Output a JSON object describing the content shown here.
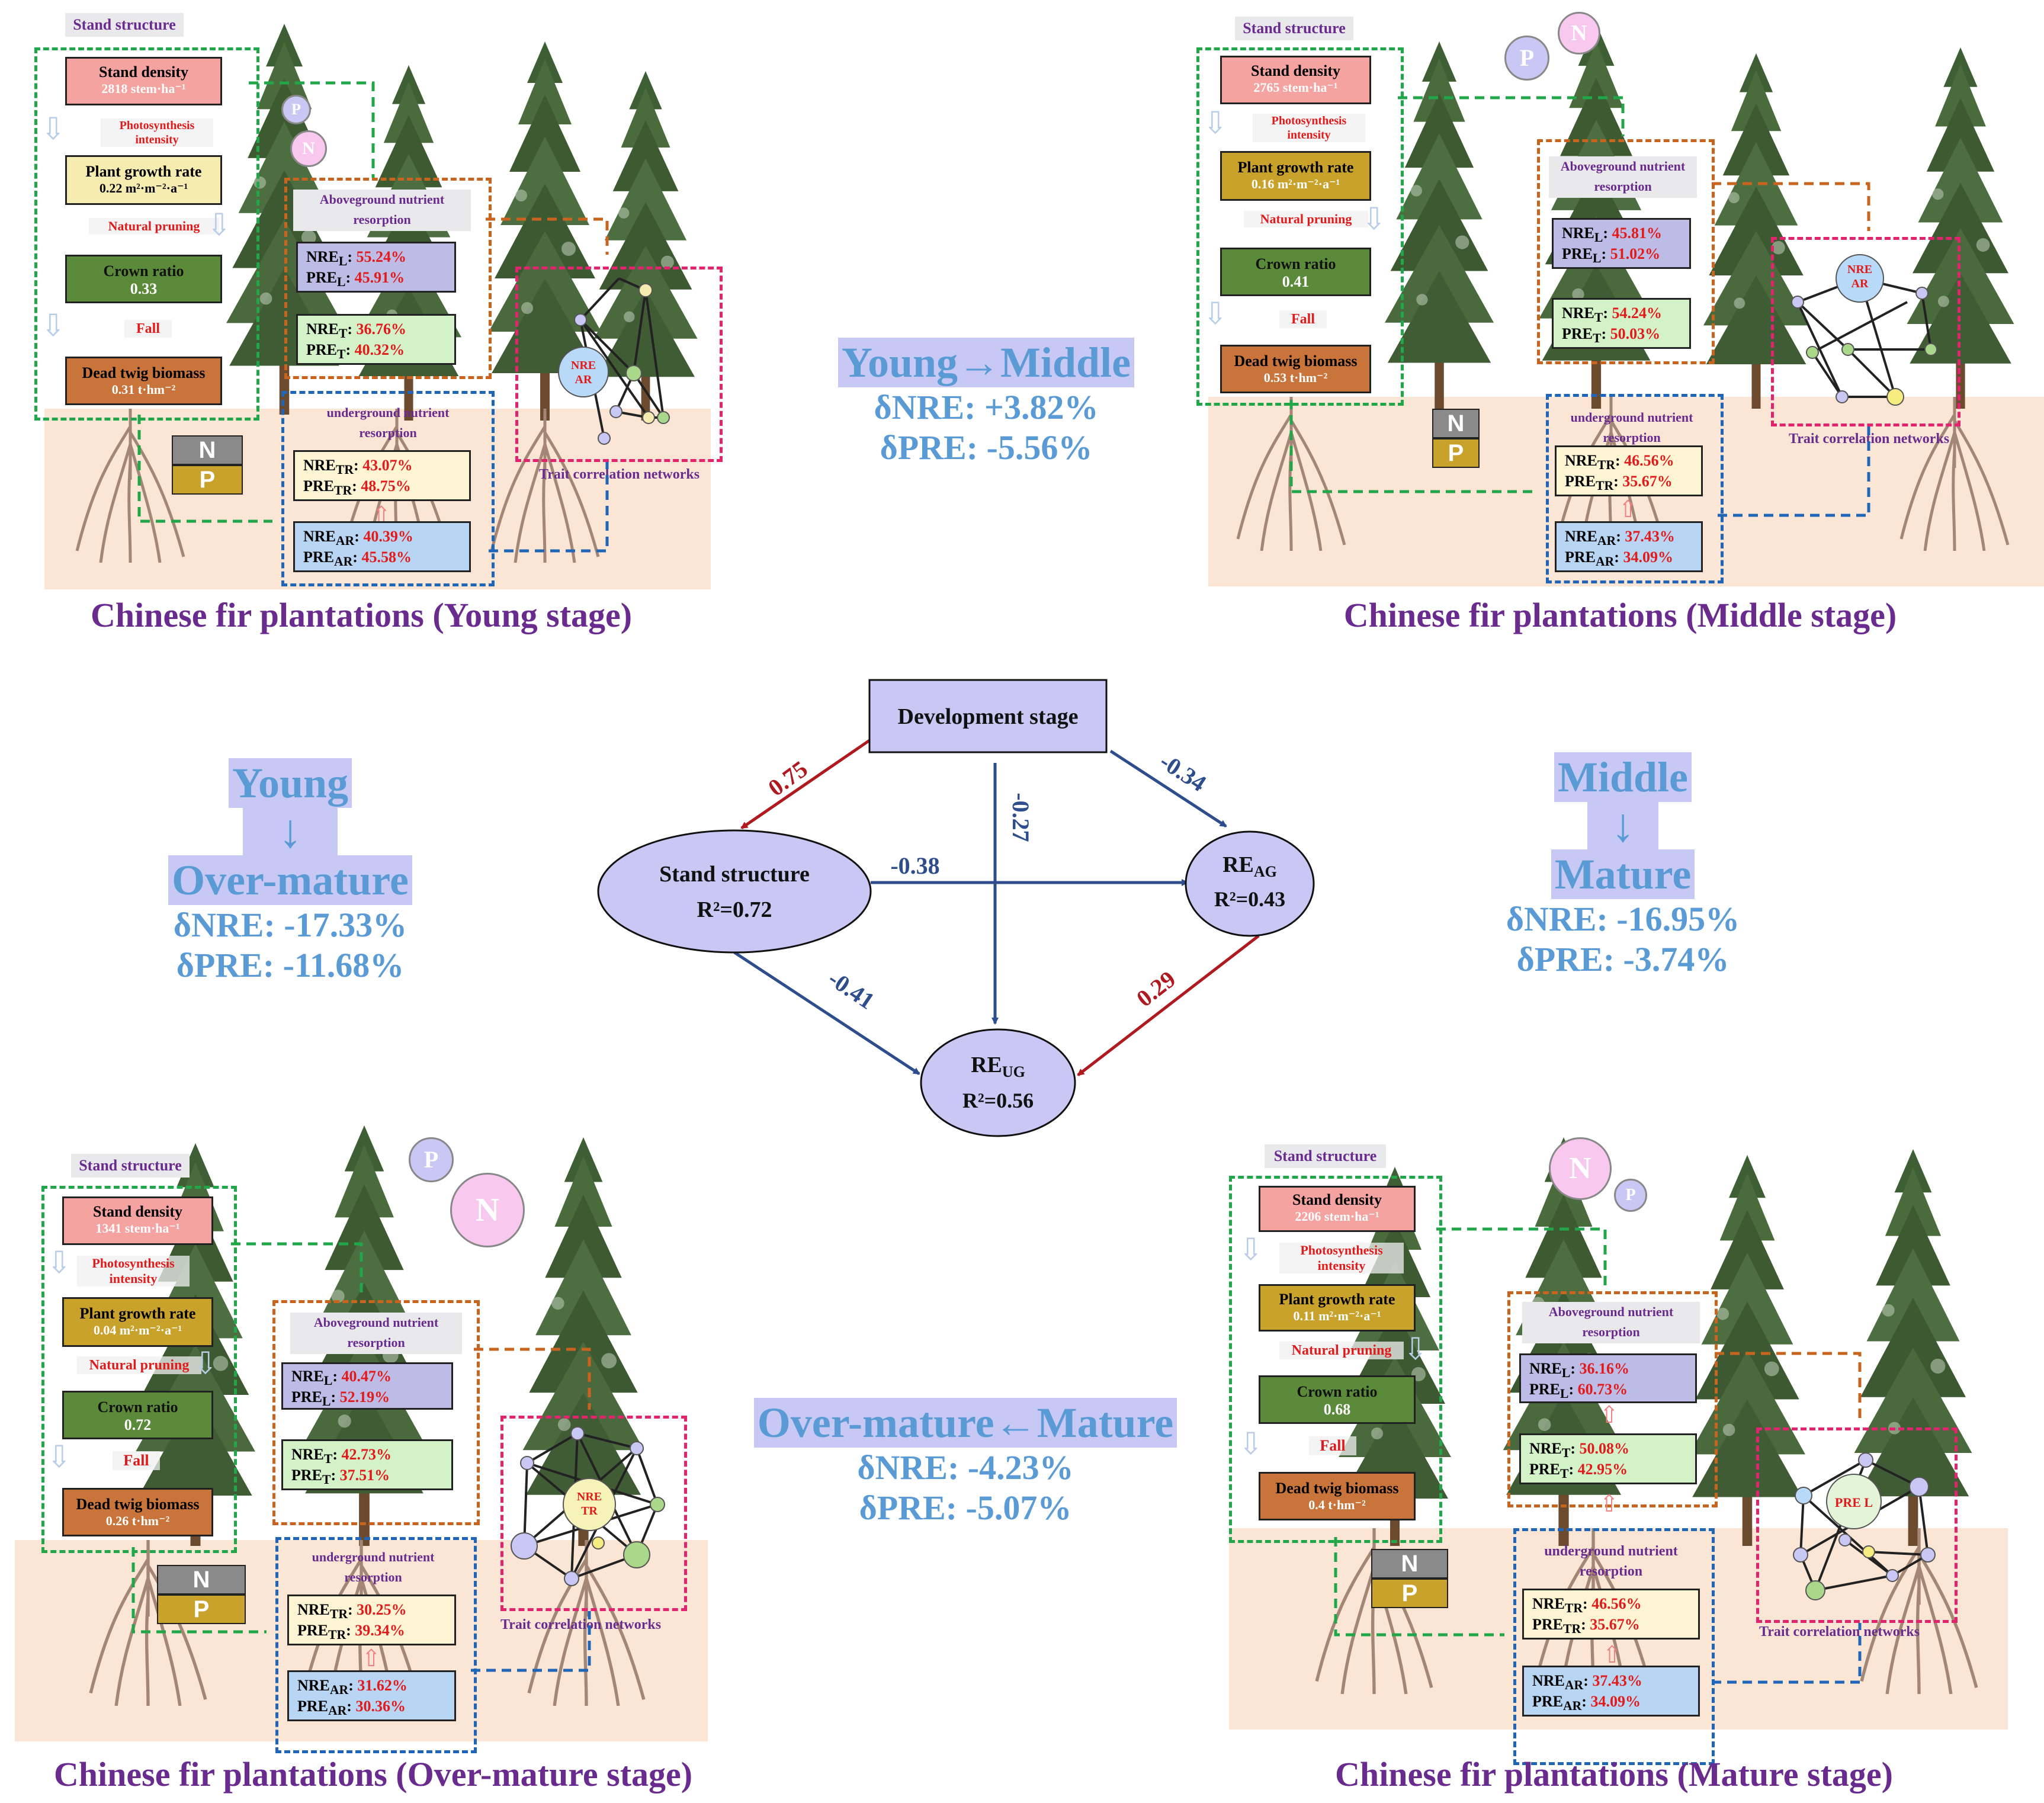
{
  "colors": {
    "ground": "#fbe6d6",
    "green_dash": "#21a64a",
    "orange_dash": "#c8641e",
    "blue_dash": "#1f66b8",
    "pink_dash": "#e2246f",
    "caption": "#6a2b8e",
    "transition_text": "#5a9bd5",
    "transition_highlight": "#c8c8f4",
    "positive_path": "#b0191e",
    "negative_path": "#2d4d8c",
    "node_fill": "#c9c7f4"
  },
  "panels": {
    "young": {
      "caption": "Chinese fir plantations (Young stage)",
      "stand_structure": "Stand structure",
      "stand_density": {
        "label": "Stand density",
        "value": "2818 stem·ha⁻¹"
      },
      "photosynthesis": "Photosynthesis intensity",
      "plant_growth_rate": {
        "label": "Plant growth rate",
        "value": "0.22 m²·m⁻²·a⁻¹"
      },
      "natural_pruning": "Natural pruning",
      "crown_ratio": {
        "label": "Crown ratio",
        "value": "0.33"
      },
      "fall": "Fall",
      "dead_twig": {
        "label": "Dead twig biomass",
        "value": "0.31 t·hm⁻²"
      },
      "aboveground": "Aboveground nutrient resorption",
      "underground": "underground nutrient resorption",
      "nre_l": "55.24%",
      "pre_l": "45.91%",
      "nre_t": "36.76%",
      "pre_t": "40.32%",
      "nre_tr": "43.07%",
      "pre_tr": "48.75%",
      "nre_ar": "40.39%",
      "pre_ar": "45.58%",
      "network_center": "NRE AR",
      "network_label": "Trait correlation networks",
      "n": "N",
      "p": "P"
    },
    "middle": {
      "caption": "Chinese fir plantations (Middle stage)",
      "stand_structure": "Stand structure",
      "stand_density": {
        "label": "Stand density",
        "value": "2765 stem·ha⁻¹"
      },
      "photosynthesis": "Photosynthesis intensity",
      "plant_growth_rate": {
        "label": "Plant growth rate",
        "value": "0.16 m²·m⁻²·a⁻¹"
      },
      "natural_pruning": "Natural pruning",
      "crown_ratio": {
        "label": "Crown ratio",
        "value": "0.41"
      },
      "fall": "Fall",
      "dead_twig": {
        "label": "Dead twig biomass",
        "value": "0.53 t·hm⁻²"
      },
      "aboveground": "Aboveground nutrient resorption",
      "underground": "underground nutrient resorption",
      "nre_l": "45.81%",
      "pre_l": "51.02%",
      "nre_t": "54.24%",
      "pre_t": "50.03%",
      "nre_tr": "46.56%",
      "pre_tr": "35.67%",
      "nre_ar": "37.43%",
      "pre_ar": "34.09%",
      "network_center": "NRE AR",
      "network_label": "Trait correlation networks",
      "n": "N",
      "p": "P"
    },
    "overmature": {
      "caption": "Chinese fir plantations (Over-mature stage)",
      "stand_structure": "Stand structure",
      "stand_density": {
        "label": "Stand density",
        "value": "1341 stem·ha⁻¹"
      },
      "photosynthesis": "Photosynthesis intensity",
      "plant_growth_rate": {
        "label": "Plant growth rate",
        "value": "0.04 m²·m⁻²·a⁻¹"
      },
      "natural_pruning": "Natural pruning",
      "crown_ratio": {
        "label": "Crown ratio",
        "value": "0.72"
      },
      "fall": "Fall",
      "dead_twig": {
        "label": "Dead twig biomass",
        "value": "0.26 t·hm⁻²"
      },
      "aboveground": "Aboveground nutrient resorption",
      "underground": "underground nutrient resorption",
      "nre_l": "40.47%",
      "pre_l": "52.19%",
      "nre_t": "42.73%",
      "pre_t": "37.51%",
      "nre_tr": "30.25%",
      "pre_tr": "39.34%",
      "nre_ar": "31.62%",
      "pre_ar": "30.36%",
      "network_center": "NRE TR",
      "network_label": "Trait correlation networks",
      "n": "N",
      "p": "P"
    },
    "mature": {
      "caption": "Chinese fir plantations (Mature stage)",
      "stand_structure": "Stand structure",
      "stand_density": {
        "label": "Stand density",
        "value": "2206 stem·ha⁻¹"
      },
      "photosynthesis": "Photosynthesis intensity",
      "plant_growth_rate": {
        "label": "Plant growth rate",
        "value": "0.11 m²·m⁻²·a⁻¹"
      },
      "natural_pruning": "Natural pruning",
      "crown_ratio": {
        "label": "Crown ratio",
        "value": "0.68"
      },
      "fall": "Fall",
      "dead_twig": {
        "label": "Dead twig biomass",
        "value": "0.4 t·hm⁻²"
      },
      "aboveground": "Aboveground nutrient resorption",
      "underground": "underground nutrient resorption",
      "nre_l": "36.16%",
      "pre_l": "60.73%",
      "nre_t": "50.08%",
      "pre_t": "42.95%",
      "nre_tr": "46.56%",
      "pre_tr": "35.67%",
      "nre_ar": "37.43%",
      "pre_ar": "34.09%",
      "network_center": "PRE L",
      "network_label": "Trait correlation networks",
      "n": "N",
      "p": "P"
    }
  },
  "transitions": {
    "young_middle": {
      "title": "Young→Middle",
      "dnre": "δNRE: +3.82%",
      "dpre": "δPRE: -5.56%"
    },
    "young_over": {
      "from": "Young",
      "arrow": "↓",
      "to": "Over-mature",
      "dnre": "δNRE: -17.33%",
      "dpre": "δPRE: -11.68%"
    },
    "middle_mature": {
      "from": "Middle",
      "arrow": "↓",
      "to": "Mature",
      "dnre": "δNRE: -16.95%",
      "dpre": "δPRE: -3.74%"
    },
    "over_mature": {
      "title": "Over-mature←Mature",
      "dnre": "δNRE: -4.23%",
      "dpre": "δPRE: -5.07%"
    }
  },
  "path_model": {
    "development_stage": "Development stage",
    "stand_structure": "Stand structure",
    "stand_r2": "R²=0.72",
    "re_ag": "RE",
    "re_ag_sub": "AG",
    "re_ag_r2": "R²=0.43",
    "re_ug": "RE",
    "re_ug_sub": "UG",
    "re_ug_r2": "R²=0.56",
    "coef_dev_stand": "0.75",
    "coef_dev_ug": "-0.27",
    "coef_dev_ag": "-0.34",
    "coef_stand_ag": "-0.38",
    "coef_stand_ug": "-0.41",
    "coef_ag_ug": "0.29"
  }
}
